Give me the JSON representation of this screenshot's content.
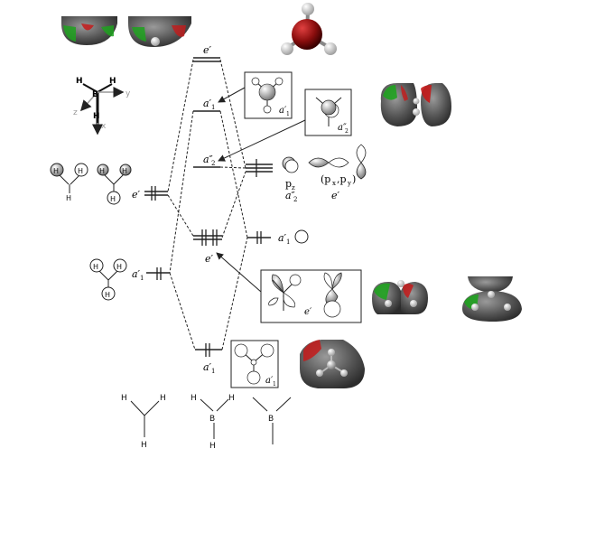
{
  "mo_labels": {
    "e_prime_top": "e′",
    "a1_prime_upper": "a′",
    "a1_prime_upper_sub": "1",
    "a2_dprime_mid": "a″",
    "a2_dprime_mid_sub": "2",
    "e_prime_mid": "e′",
    "a1_prime_low": "a′",
    "a1_prime_low_sub": "1"
  },
  "left_fragment": {
    "e_prime": "e′",
    "a1_prime": "a′",
    "a1_prime_sub": "1",
    "atom_label": "H"
  },
  "right_fragment": {
    "a1_prime": "a′",
    "a1_prime_sub": "1",
    "pz": "p",
    "pz_sub": "z",
    "pz_sym": "a″",
    "pz_sym_sub": "2",
    "pxpy": "(p",
    "pxpy_x": "x",
    "pxpy_mid": ",p",
    "pxpy_y": "y",
    "pxpy_close": ")",
    "pxpy_sym": "e′"
  },
  "boxes": {
    "box1_label": "a′",
    "box1_sub": "1",
    "box2_label": "a″",
    "box2_sub": "2",
    "box3_label": "e′",
    "box4_label": "a′",
    "box4_sub": "1"
  },
  "axes": {
    "atom_b": "B",
    "atom_h": "H",
    "axis_x": "x",
    "axis_y": "y",
    "axis_z": "z"
  },
  "bottom": {
    "atom_h": "H",
    "atom_b": "B"
  },
  "colors": {
    "line": "#222222",
    "lobe": "#555555",
    "red": "#c41a1a",
    "green": "#1fa21f",
    "boron": "#8b0e0e"
  }
}
